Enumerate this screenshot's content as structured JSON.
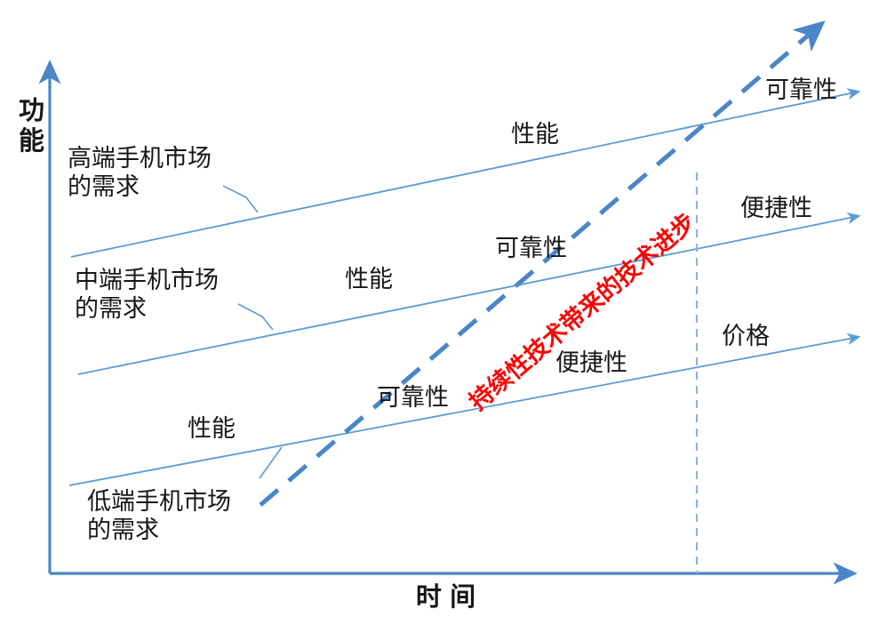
{
  "diagram": {
    "title_y_axis": "功能",
    "title_x_axis": "时 间",
    "accent_color": "#4a86c8",
    "line_color": "#5b9bd5",
    "highlight_color": "#ff0000",
    "text_color": "#171717",
    "axes": {
      "y_label_chars": [
        "功",
        "能"
      ],
      "x_label": "时 间"
    },
    "market_segments": [
      {
        "name": "high-end",
        "label_line1": "高端手机市场",
        "label_line2": "的需求",
        "attributes": [
          "性能",
          "可靠性"
        ]
      },
      {
        "name": "mid-range",
        "label_line1": "中端手机市场",
        "label_line2": "的需求",
        "attributes": [
          "性能",
          "可靠性",
          "便捷性"
        ]
      },
      {
        "name": "low-end",
        "label_line1": "低端手机市场",
        "label_line2": "的需求",
        "attributes": [
          "性能",
          "可靠性",
          "便捷性",
          "价格"
        ]
      }
    ],
    "labels": {
      "high_seg_l1": "高端手机市场",
      "high_seg_l2": "的需求",
      "mid_seg_l1": "中端手机市场",
      "mid_seg_l2": "的需求",
      "low_seg_l1": "低端手机市场",
      "low_seg_l2": "的需求",
      "high_perf": "性能",
      "high_reliability": "可靠性",
      "mid_perf": "性能",
      "mid_reliability": "可靠性",
      "mid_convenience": "便捷性",
      "low_perf": "性能",
      "low_reliability": "可靠性",
      "low_convenience": "便捷性",
      "low_price": "价格",
      "tech_progress": "持续性技术带来的技术进步"
    }
  }
}
